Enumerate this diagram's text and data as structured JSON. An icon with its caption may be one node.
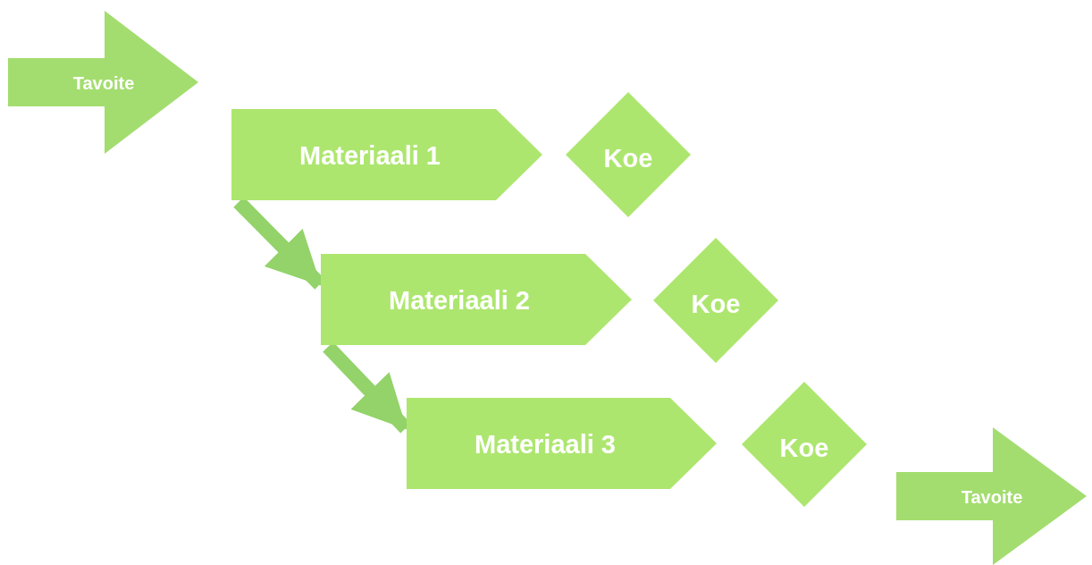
{
  "diagram": {
    "nodes": [
      {
        "text": [
          "Tavoite"
        ]
      },
      {
        "text": [
          "Materiaali 1"
        ]
      },
      {
        "text": [
          "Koe"
        ]
      },
      {
        "text": [
          "Materiaali 2"
        ]
      },
      {
        "text": [
          "Koe"
        ]
      },
      {
        "text": [
          "Materiaali 3"
        ]
      },
      {
        "text": [
          "Koe"
        ]
      },
      {
        "text": [
          "Tavoite"
        ]
      }
    ],
    "edges": [
      {
        "from": 1,
        "to": 3,
        "arrow": "to"
      },
      {
        "from": 3,
        "to": 5,
        "arrow": "to"
      }
    ]
  }
}
